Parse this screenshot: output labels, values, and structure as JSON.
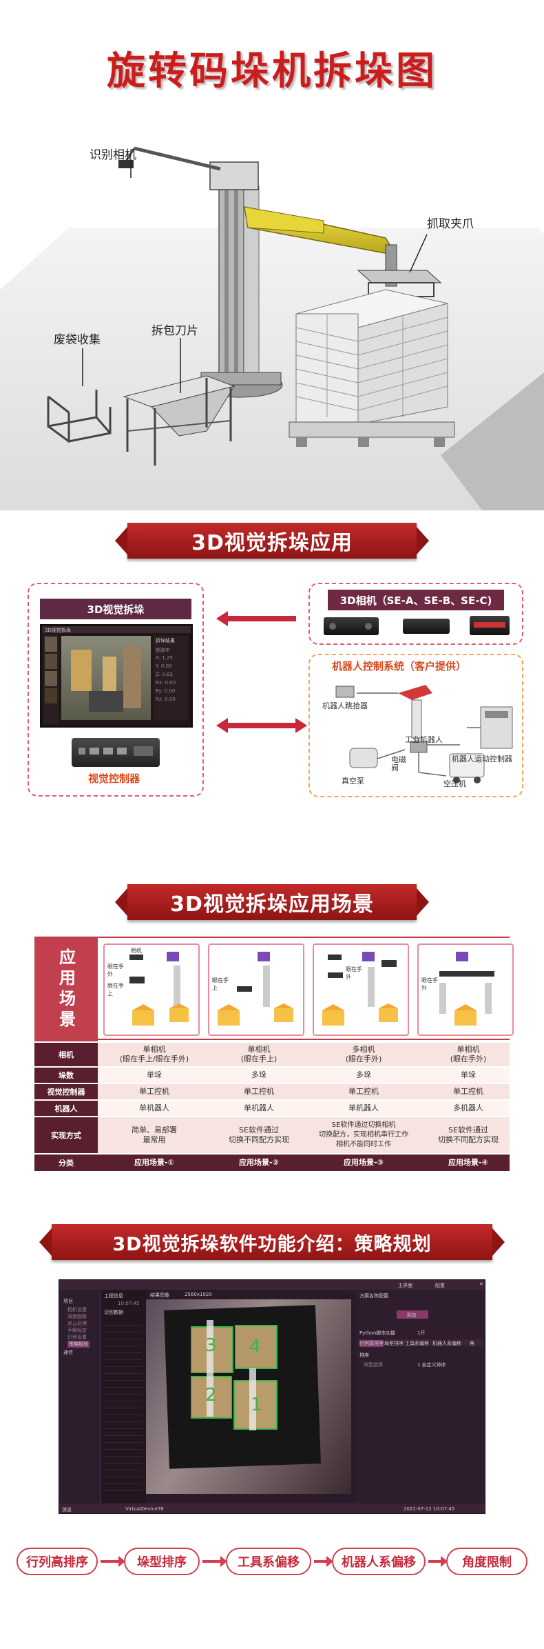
{
  "hero": {
    "title": "旋转码垛机拆垛图",
    "callouts": {
      "camera": "识别相机",
      "gripper": "抓取夹爪",
      "waste_bag": "废袋收集",
      "blade": "拆包刀片"
    }
  },
  "section_app": {
    "banner": "3D视觉拆垛应用",
    "left_panel_title": "3D视觉拆垛",
    "controller_label": "视觉控制器",
    "camera_panel_title": "3D相机（SE-A、SE-B、SE-C)",
    "robot_system_title": "机器人控制系统（客户提供）",
    "robot_labels": {
      "end_effector": "机器人跳拾器",
      "industrial_robot": "工业机器人",
      "robot_controller": "机器人运动控制器",
      "solenoid": "电磁\n阀",
      "vacuum_pump": "真空泵",
      "compressor": "空压机"
    },
    "screen_small_text": {
      "title": "3D视觉拆垛",
      "side_title": "拆垛结果",
      "side_rows": [
        "抓取中",
        "X: 1.25",
        "Y: 0.00",
        "Z: 0.82",
        "Rx: 0.00",
        "Ry: 0.00",
        "Rz: 0.00"
      ]
    }
  },
  "section_scenes": {
    "banner": "3D视觉拆垛应用场景",
    "row_label": "应用场景",
    "card_texts": [
      {
        "cam": "相机",
        "note": "眼在手外",
        "note2": "眼在手上"
      },
      {
        "cam": "",
        "note": "眼在手上",
        "note2": ""
      },
      {
        "cam": "",
        "note": "眼在手外",
        "note2": ""
      },
      {
        "cam": "",
        "note": "眼在手外",
        "note2": ""
      }
    ],
    "rows": [
      {
        "label": "相机",
        "cells": [
          "单相机\n(眼在手上/眼在手外)",
          "单相机\n(眼在手上)",
          "多相机\n(眼在手外)",
          "单相机\n(眼在手外)"
        ]
      },
      {
        "label": "垛数",
        "cells": [
          "单垛",
          "多垛",
          "多垛",
          "单垛"
        ]
      },
      {
        "label": "视觉控制器",
        "cells": [
          "单工控机",
          "单工控机",
          "单工控机",
          "单工控机"
        ]
      },
      {
        "label": "机器人",
        "cells": [
          "单机器人",
          "单机器人",
          "单机器人",
          "多机器人"
        ]
      },
      {
        "label": "实现方式",
        "cells": [
          "简单、易部署\n最常用",
          "SE软件通过\n切换不同配方实现",
          "SE软件通过切换相机\n切换配方，实现相机串行工作\n相机不能同时工作",
          "SE软件通过\n切换不同配方实现"
        ]
      },
      {
        "label": "分类",
        "cells": [
          "应用场景-①",
          "应用场景-②",
          "应用场景-③",
          "应用场景-④"
        ]
      }
    ]
  },
  "section_software": {
    "banner": "3D视觉拆垛软件功能介绍：策略规划",
    "toolbar_right": [
      "主界面",
      "配置"
    ],
    "resolution": "2560x1920",
    "tab_left": "工程信息",
    "tab_result": "结果图像",
    "sidebar_items": [
      "项目",
      "相机设置",
      "深度图像",
      "点云处理",
      "手眼标定",
      "识别设置",
      "策略规划",
      "通信"
    ],
    "list_header": "识别数据",
    "time_label": "10:07:45",
    "box_labels": [
      "3",
      "4",
      "2",
      "1"
    ],
    "right_panel": {
      "header": "方案名称配置",
      "button": "添加",
      "python_label": "Python脚本功能",
      "python_value": "1开",
      "tabs": [
        "行列高排序",
        "垛型排序",
        "工具系偏移",
        "机器人系偏移",
        "角"
      ],
      "sort_label": "排序",
      "sort_item": "垛型选择",
      "sort_value": "1 自定义排序"
    },
    "status_bar": {
      "left": "消息",
      "device": "VirtualDevice78",
      "right": "2021-07-12 10:07:45"
    }
  },
  "flow": {
    "steps": [
      "行列高排序",
      "垛型排序",
      "工具系偏移",
      "机器人系偏移",
      "角度限制"
    ]
  },
  "colors": {
    "title_red": "#cc1d1d",
    "banner_red": "#a81f1f",
    "table_dark": "#5a1f2e",
    "accent_orange": "#d94b1e",
    "box_green": "#3cb54a"
  }
}
